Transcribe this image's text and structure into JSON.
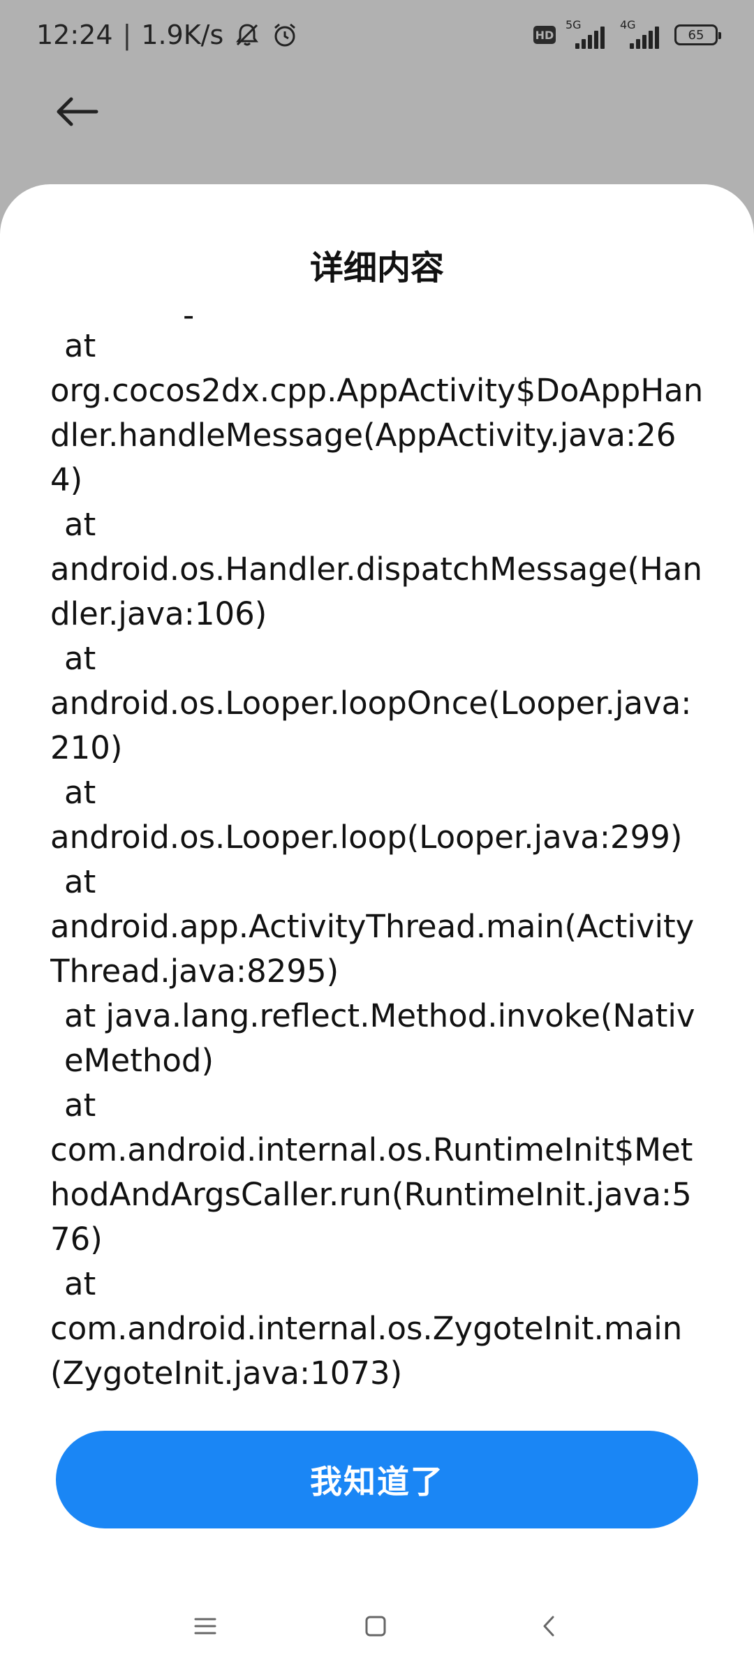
{
  "status_bar": {
    "time": "12:24",
    "separator": "|",
    "speed": "1.9K/s",
    "icons": [
      "mute-bell-icon",
      "alarm-icon",
      "hd-icon",
      "signal-5g-icon",
      "signal-4g-icon",
      "battery-icon"
    ],
    "hd": "HD",
    "net1": "5G",
    "net2": "4G",
    "battery": "65"
  },
  "dialog": {
    "title": "详细内容",
    "log_lines": [
      {
        "at": "at",
        "text": "org.cocos2dx.cpp.AppActivity$DoAppHandler.handleMessage(AppActivity.java:264)"
      },
      {
        "at": "at",
        "text": "android.os.Handler.dispatchMessage(Handler.java:106)"
      },
      {
        "at": "at",
        "text": "android.os.Looper.loopOnce(Looper.java:210)"
      },
      {
        "at": "at",
        "text": "android.os.Looper.loop(Looper.java:299)"
      },
      {
        "at": "at",
        "text": "android.app.ActivityThread.main(ActivityThread.java:8295)"
      },
      {
        "at": "at java.lang.reflect.Method.invoke(NativeMethod)",
        "text": ""
      },
      {
        "at": "at",
        "text": "com.android.internal.os.RuntimeInit$MethodAndArgsCaller.run(RuntimeInit.java:576)"
      },
      {
        "at": "at",
        "text": "com.android.internal.os.ZygoteInit.main(ZygoteInit.java:1073)"
      }
    ],
    "ok_label": "我知道了"
  },
  "colors": {
    "accent": "#1a86f5",
    "scrim": "#b1b1b1",
    "sheet": "#ffffff"
  }
}
